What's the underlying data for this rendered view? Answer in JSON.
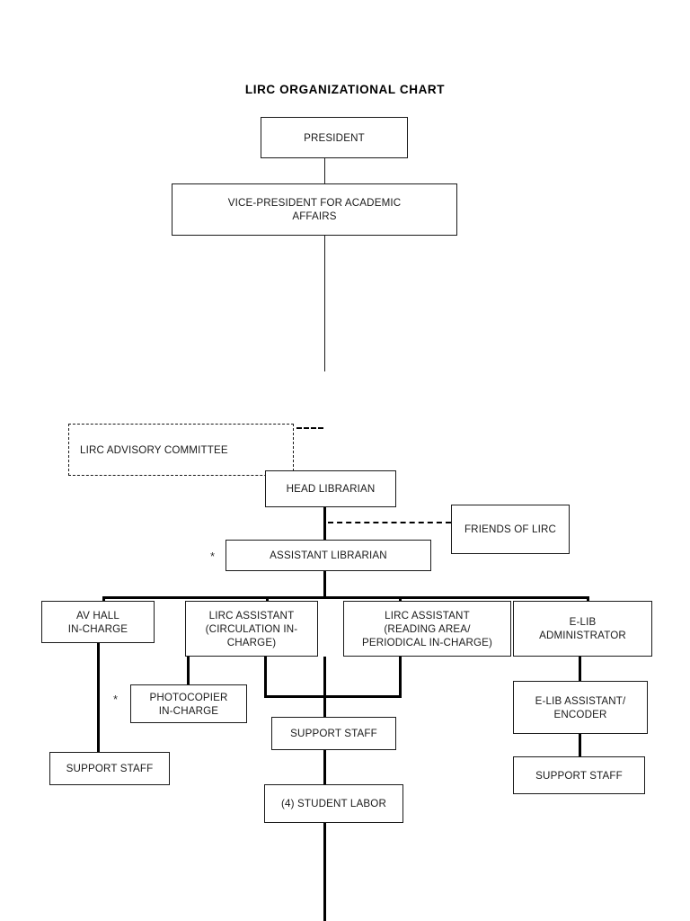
{
  "chart_data": {
    "type": "diagram",
    "title": "LIRC ORGANIZATIONAL CHART",
    "diagram_kind": "organizational-chart",
    "nodes": [
      {
        "id": "president",
        "label": "PRESIDENT",
        "style": "solid"
      },
      {
        "id": "vp_academic",
        "label": "VICE-PRESIDENT FOR ACADEMIC AFFAIRS",
        "style": "solid"
      },
      {
        "id": "advisory",
        "label": "LIRC ADVISORY COMMITTEE",
        "style": "dashed"
      },
      {
        "id": "head_librarian",
        "label": "HEAD LIBRARIAN",
        "style": "solid"
      },
      {
        "id": "friends",
        "label": "FRIENDS OF LIRC",
        "style": "solid"
      },
      {
        "id": "assistant_librarian",
        "label": "ASSISTANT LIBRARIAN",
        "style": "solid",
        "marker": "*"
      },
      {
        "id": "av_hall",
        "label": "AV HALL IN-CHARGE",
        "style": "solid"
      },
      {
        "id": "lirc_circulation",
        "label": "LIRC ASSISTANT (CIRCULATION IN-CHARGE)",
        "style": "solid"
      },
      {
        "id": "lirc_reading",
        "label": "LIRC ASSISTANT (READING AREA/ PERIODICAL IN-CHARGE)",
        "style": "solid"
      },
      {
        "id": "elib_admin",
        "label": "E-LIB ADMINISTRATOR",
        "style": "solid"
      },
      {
        "id": "photocopier",
        "label": "PHOTOCOPIER IN-CHARGE",
        "style": "solid",
        "marker": "*"
      },
      {
        "id": "support_staff_av",
        "label": "SUPPORT STAFF",
        "style": "solid"
      },
      {
        "id": "support_staff_center",
        "label": "SUPPORT STAFF",
        "style": "solid"
      },
      {
        "id": "student_labor",
        "label": "(4) STUDENT LABOR",
        "style": "solid"
      },
      {
        "id": "elib_assistant",
        "label": "E-LIB ASSISTANT/ ENCODER",
        "style": "solid"
      },
      {
        "id": "support_staff_elib",
        "label": "SUPPORT STAFF",
        "style": "solid"
      }
    ],
    "edges": [
      {
        "from": "president",
        "to": "vp_academic",
        "style": "solid"
      },
      {
        "from": "vp_academic",
        "to": "head_librarian",
        "style": "solid"
      },
      {
        "from": "advisory",
        "to": "head_librarian",
        "style": "dashed"
      },
      {
        "from": "head_librarian",
        "to": "friends",
        "style": "dashed"
      },
      {
        "from": "head_librarian",
        "to": "assistant_librarian",
        "style": "solid"
      },
      {
        "from": "assistant_librarian",
        "to": "av_hall",
        "style": "solid"
      },
      {
        "from": "assistant_librarian",
        "to": "lirc_circulation",
        "style": "solid"
      },
      {
        "from": "assistant_librarian",
        "to": "lirc_reading",
        "style": "solid"
      },
      {
        "from": "assistant_librarian",
        "to": "elib_admin",
        "style": "solid"
      },
      {
        "from": "lirc_circulation",
        "to": "photocopier",
        "style": "solid"
      },
      {
        "from": "av_hall",
        "to": "support_staff_av",
        "style": "solid"
      },
      {
        "from": "lirc_circulation",
        "to": "support_staff_center",
        "style": "solid"
      },
      {
        "from": "lirc_reading",
        "to": "support_staff_center",
        "style": "solid"
      },
      {
        "from": "support_staff_center",
        "to": "student_labor",
        "style": "solid"
      },
      {
        "from": "elib_admin",
        "to": "elib_assistant",
        "style": "solid"
      },
      {
        "from": "elib_assistant",
        "to": "support_staff_elib",
        "style": "solid"
      }
    ]
  },
  "boxes": {
    "president": {
      "label": "PRESIDENT"
    },
    "vp_academic": {
      "line1": "VICE-PRESIDENT FOR ACADEMIC",
      "line2": "AFFAIRS"
    },
    "advisory": {
      "label": "LIRC ADVISORY COMMITTEE"
    },
    "head_librarian": {
      "label": "HEAD LIBRARIAN"
    },
    "friends": {
      "label": "FRIENDS OF LIRC"
    },
    "assistant_librarian": {
      "label": "ASSISTANT LIBRARIAN",
      "marker": "*"
    },
    "av_hall": {
      "line1": "AV HALL",
      "line2": "IN-CHARGE"
    },
    "lirc_circulation": {
      "line1": "LIRC ASSISTANT",
      "line2": "(CIRCULATION IN-",
      "line3": "CHARGE)"
    },
    "lirc_reading": {
      "line1": "LIRC ASSISTANT",
      "line2": "(READING AREA/",
      "line3": "PERIODICAL IN-CHARGE)"
    },
    "elib_admin": {
      "line1": "E-LIB",
      "line2": "ADMINISTRATOR"
    },
    "photocopier": {
      "line1": "PHOTOCOPIER",
      "line2": "IN-CHARGE",
      "marker": "*"
    },
    "support_staff_av": {
      "label": "SUPPORT STAFF"
    },
    "support_staff_center": {
      "label": "SUPPORT STAFF"
    },
    "student_labor": {
      "label": "(4) STUDENT LABOR"
    },
    "elib_assistant": {
      "line1": "E-LIB ASSISTANT/",
      "line2": "ENCODER"
    },
    "support_staff_elib": {
      "label": "SUPPORT STAFF"
    }
  },
  "colors": {
    "line": "#000000",
    "border": "#1a1a1a",
    "text": "#1a1a1a",
    "background": "#ffffff"
  }
}
